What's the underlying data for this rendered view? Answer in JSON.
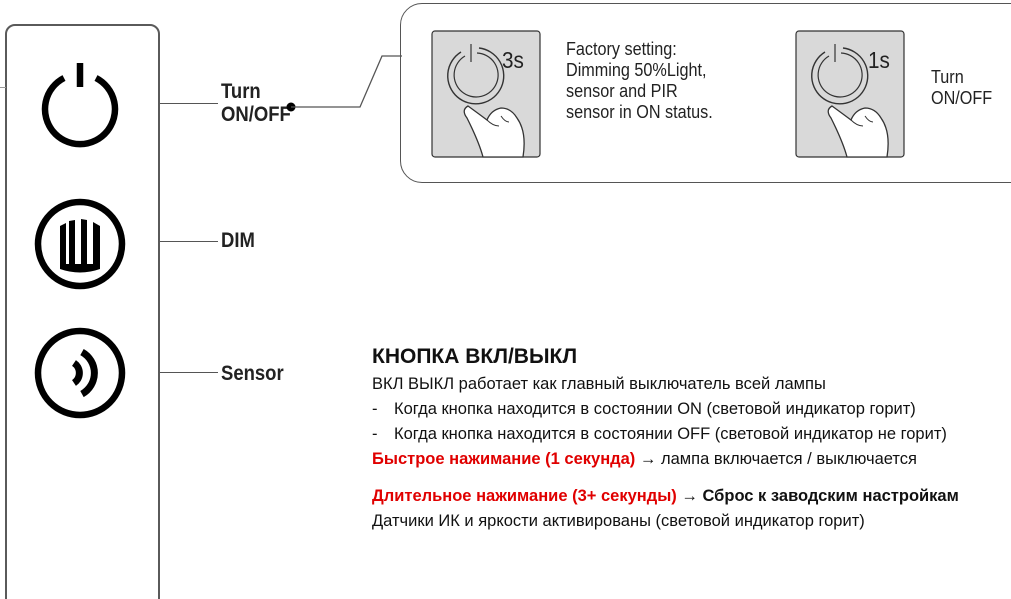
{
  "panel": {
    "buttons": [
      {
        "name": "power",
        "label": "Turn\nON/OFF"
      },
      {
        "name": "dim",
        "label": "DIM"
      },
      {
        "name": "sensor",
        "label": "Sensor"
      }
    ],
    "labels": {
      "power_line1": "Turn",
      "power_line2": "ON/OFF",
      "dim": "DIM",
      "sensor": "Sensor"
    }
  },
  "callout": {
    "long_press_duration": "3s",
    "long_press_text": [
      "Factory setting:",
      "Dimming 50%Light,",
      "sensor and PIR",
      "sensor in ON status."
    ],
    "short_press_duration": "1s",
    "short_press_text": [
      "Turn",
      "ON/OFF"
    ]
  },
  "manual": {
    "heading": "КНОПКА ВКЛ/ВЫКЛ",
    "intro": "ВКЛ ВЫКЛ работает как главный выключатель всей лампы",
    "bullet1_dash": "-",
    "bullet1": "Когда кнопка находится в состоянии ON (световой индикатор горит)",
    "bullet2_dash": "-",
    "bullet2": "Когда кнопка находится в состоянии OFF (световой индикатор не горит)",
    "short_press_label": "Быстрое нажимание  (1 секунда)",
    "short_press_arrow": " → ",
    "short_press_result": "лампа включается / выключается",
    "long_press_label": "Длительное нажимание (3+ секунды)",
    "long_press_arrow": " → ",
    "long_press_result": "Сброс к заводским настройкам",
    "last_line": "Датчики ИК и яркости активированы (световой индикатор горит)"
  },
  "colors": {
    "accent_red": "#e00000",
    "text": "#111111",
    "icon_fill": "#d9d9d9"
  },
  "icons": [
    "power-icon",
    "dim-icon",
    "sensor-icon",
    "press-3s-icon",
    "press-1s-icon"
  ]
}
